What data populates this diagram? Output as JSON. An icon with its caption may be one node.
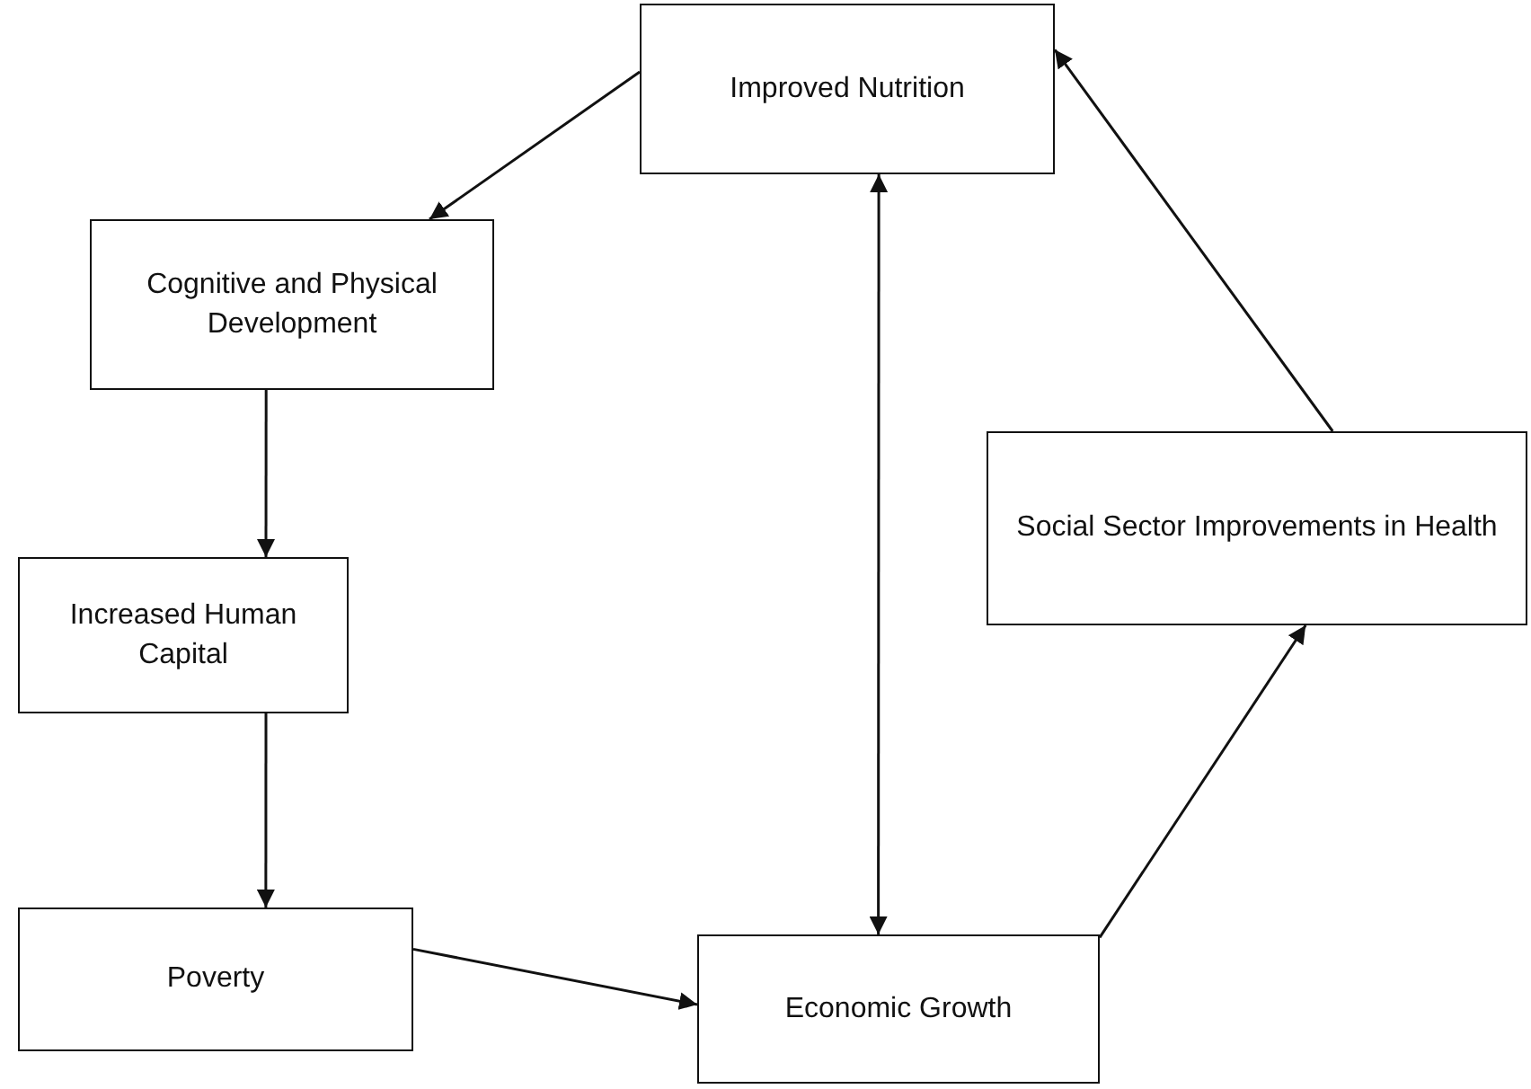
{
  "diagram": {
    "nodes": [
      {
        "text": [
          "Improved Nutrition"
        ]
      },
      {
        "text": [
          "Cognitive and Physical Development"
        ]
      },
      {
        "text": [
          "Increased Human Capital"
        ]
      },
      {
        "text": [
          "Poverty"
        ]
      },
      {
        "text": [
          "Economic Growth"
        ]
      },
      {
        "text": [
          "Social Sector Improvements in Health"
        ]
      }
    ],
    "edges": [
      {
        "from": 0,
        "to": 1,
        "arrow": "to"
      },
      {
        "from": 1,
        "to": 2,
        "arrow": "to"
      },
      {
        "from": 2,
        "to": 3,
        "arrow": "to"
      },
      {
        "from": 3,
        "to": 4,
        "arrow": "to"
      },
      {
        "from": 0,
        "to": 4,
        "arrow": "both"
      },
      {
        "from": 4,
        "to": 5,
        "arrow": "to"
      },
      {
        "from": 5,
        "to": 0,
        "arrow": "to"
      }
    ]
  }
}
